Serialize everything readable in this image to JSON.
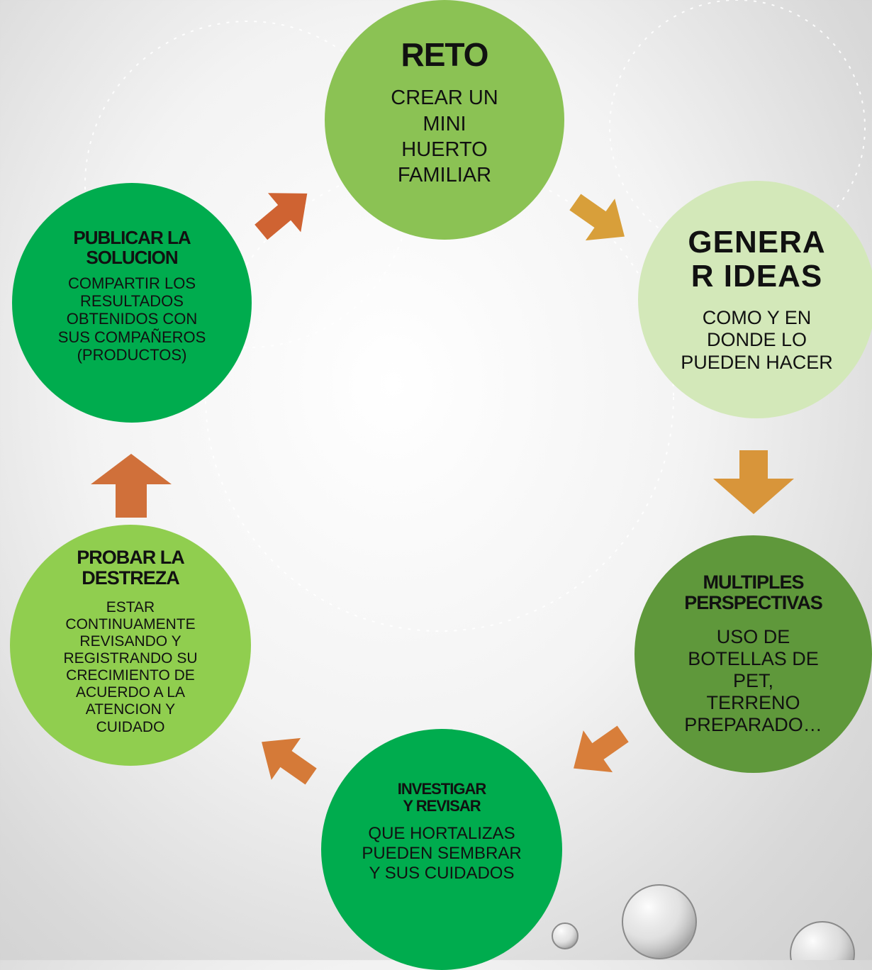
{
  "diagram": {
    "nodes": [
      {
        "id": "reto",
        "title": "RETO",
        "body": "CREAR UN MINI HUERTO FAMILIAR",
        "color": "#8bc254"
      },
      {
        "id": "generar-ideas",
        "title": "GENERA R IDEAS",
        "body": "COMO Y EN DONDE LO PUEDEN HACER",
        "color": "#d3e8b9"
      },
      {
        "id": "multiples-perspectivas",
        "title": "MULTIPLES PERSPECTIVAS",
        "body": "USO DE BOTELLAS DE PET, TERRENO PREPARADO…",
        "color": "#5f983b"
      },
      {
        "id": "investigar",
        "title": "INVESTIGAR Y REVISAR",
        "body": "QUE HORTALIZAS PUEDEN SEMBRAR Y SUS CUIDADOS",
        "color": "#00ac4e"
      },
      {
        "id": "probar",
        "title": "PROBAR LA DESTREZA",
        "body": "ESTAR CONTINUAMENTE REVISANDO Y REGISTRANDO SU CRECIMIENTO DE ACUERDO A LA ATENCION Y CUIDADO",
        "color": "#90ce4f"
      },
      {
        "id": "publicar",
        "title": "PUBLICAR LA SOLUCION",
        "body": "COMPARTIR LOS RESULTADOS OBTENIDOS CON SUS COMPAÑEROS (PRODUCTOS)",
        "color": "#00ac4e"
      }
    ],
    "arrow_colors": {
      "reto_to_generar": "#d89f3a",
      "generar_to_multiples": "#d8953a",
      "multiples_to_investigar": "#d87e3a",
      "investigar_to_probar": "#d57a38",
      "probar_to_publicar": "#d0703a",
      "publicar_to_reto": "#cf6332"
    }
  }
}
